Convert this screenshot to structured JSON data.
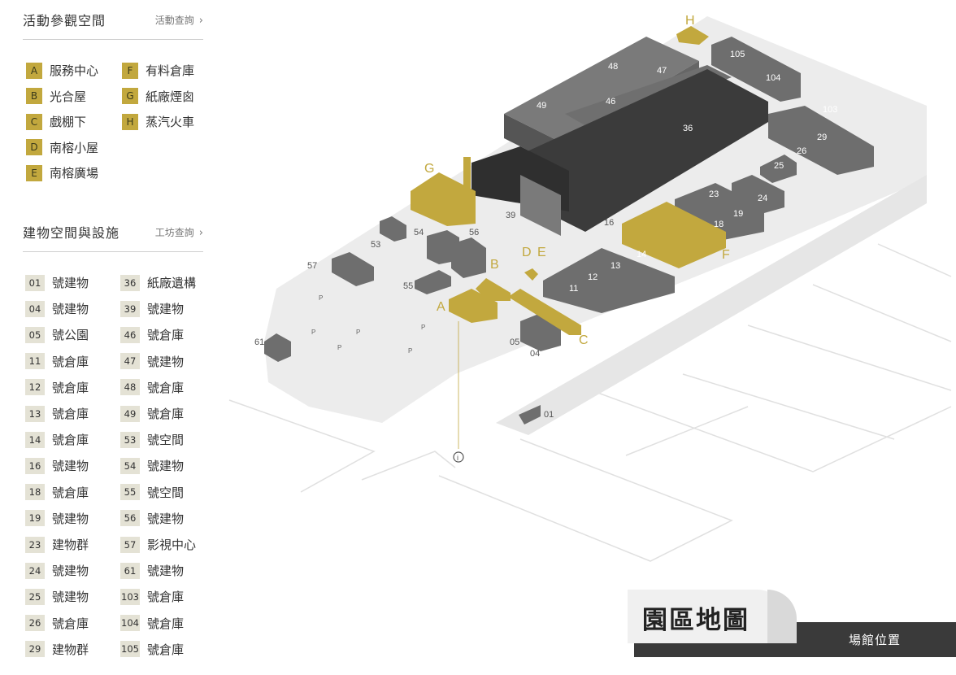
{
  "activity": {
    "title": "活動參觀空間",
    "link": "活動查詢",
    "items": [
      {
        "code": "A",
        "label": "服務中心"
      },
      {
        "code": "B",
        "label": "光合屋"
      },
      {
        "code": "C",
        "label": "戲棚下"
      },
      {
        "code": "D",
        "label": "南榕小屋"
      },
      {
        "code": "E",
        "label": "南榕廣場"
      },
      {
        "code": "F",
        "label": "有料倉庫"
      },
      {
        "code": "G",
        "label": "紙廠煙囪"
      },
      {
        "code": "H",
        "label": "蒸汽火車"
      }
    ]
  },
  "buildings": {
    "title": "建物空間與設施",
    "link": "工坊查詢",
    "items": [
      {
        "code": "01",
        "label": "號建物"
      },
      {
        "code": "04",
        "label": "號建物"
      },
      {
        "code": "05",
        "label": "號公園"
      },
      {
        "code": "11",
        "label": "號倉庫"
      },
      {
        "code": "12",
        "label": "號倉庫"
      },
      {
        "code": "13",
        "label": "號倉庫"
      },
      {
        "code": "14",
        "label": "號倉庫"
      },
      {
        "code": "16",
        "label": "號建物"
      },
      {
        "code": "18",
        "label": "號倉庫"
      },
      {
        "code": "19",
        "label": "號建物"
      },
      {
        "code": "23",
        "label": "建物群"
      },
      {
        "code": "24",
        "label": "號建物"
      },
      {
        "code": "25",
        "label": "號建物"
      },
      {
        "code": "26",
        "label": "號倉庫"
      },
      {
        "code": "29",
        "label": "建物群"
      },
      {
        "code": "36",
        "label": "紙廠遺構"
      },
      {
        "code": "39",
        "label": "號建物"
      },
      {
        "code": "46",
        "label": "號倉庫"
      },
      {
        "code": "47",
        "label": "號建物"
      },
      {
        "code": "48",
        "label": "號倉庫"
      },
      {
        "code": "49",
        "label": "號倉庫"
      },
      {
        "code": "53",
        "label": "號空間"
      },
      {
        "code": "54",
        "label": "號建物"
      },
      {
        "code": "55",
        "label": "號空間"
      },
      {
        "code": "56",
        "label": "號建物"
      },
      {
        "code": "57",
        "label": "影視中心"
      },
      {
        "code": "61",
        "label": "號建物"
      },
      {
        "code": "103",
        "label": "號倉庫"
      },
      {
        "code": "104",
        "label": "號倉庫"
      },
      {
        "code": "105",
        "label": "號倉庫"
      }
    ]
  },
  "map": {
    "colors": {
      "highlight": "#c2a83e",
      "dark": "#3c3c3c",
      "mid": "#6a6a6a",
      "road": "#e6e6e6"
    },
    "labels": {
      "A": "A",
      "B": "B",
      "C": "C",
      "D": "D",
      "E": "E",
      "F": "F",
      "G": "G",
      "H": "H",
      "b01": "01",
      "b04": "04",
      "b05": "05",
      "b11": "11",
      "b12": "12",
      "b13": "13",
      "b14": "14",
      "b16": "16",
      "b18": "18",
      "b19": "19",
      "b23": "23",
      "b24": "24",
      "b25": "25",
      "b26": "26",
      "b29": "29",
      "b36": "36",
      "b39": "39",
      "b46": "46",
      "b47": "47",
      "b48": "48",
      "b49": "49",
      "b53": "53",
      "b54": "54",
      "b55": "55",
      "b56": "56",
      "b57": "57",
      "b61": "61",
      "b103": "103",
      "b104": "104",
      "b105": "105",
      "p": "P",
      "info": "i"
    }
  },
  "footer": {
    "title": "園區地圖",
    "link": "場館位置"
  }
}
